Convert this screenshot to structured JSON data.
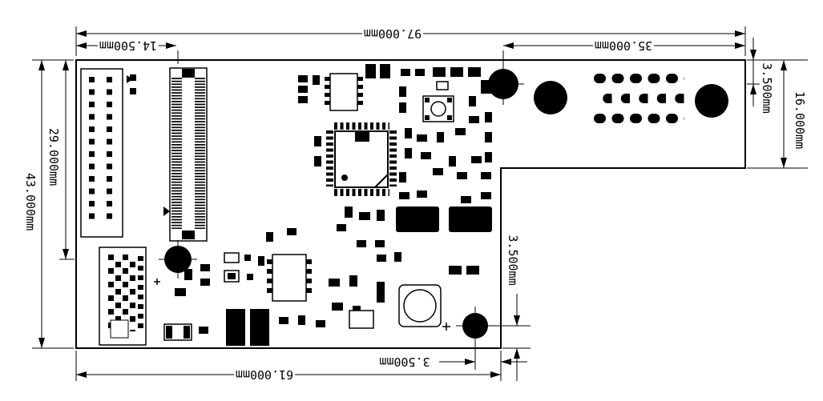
{
  "drawing": {
    "unit": "mm",
    "dims": {
      "overall_width": "97.000mm",
      "mount_hole_offset_x": "14.500mm",
      "right_section_width": "35.000mm",
      "overall_height": "43.000mm",
      "mount_hole_offset_y": "29.000mm",
      "right_hole_offset_y": "3.500mm",
      "right_section_height": "16.000mm",
      "bottom_width": "61.000mm",
      "bottom_hole_offset_x": "3.500mm",
      "bottom_hole_offset_y": "3.500mm"
    }
  }
}
